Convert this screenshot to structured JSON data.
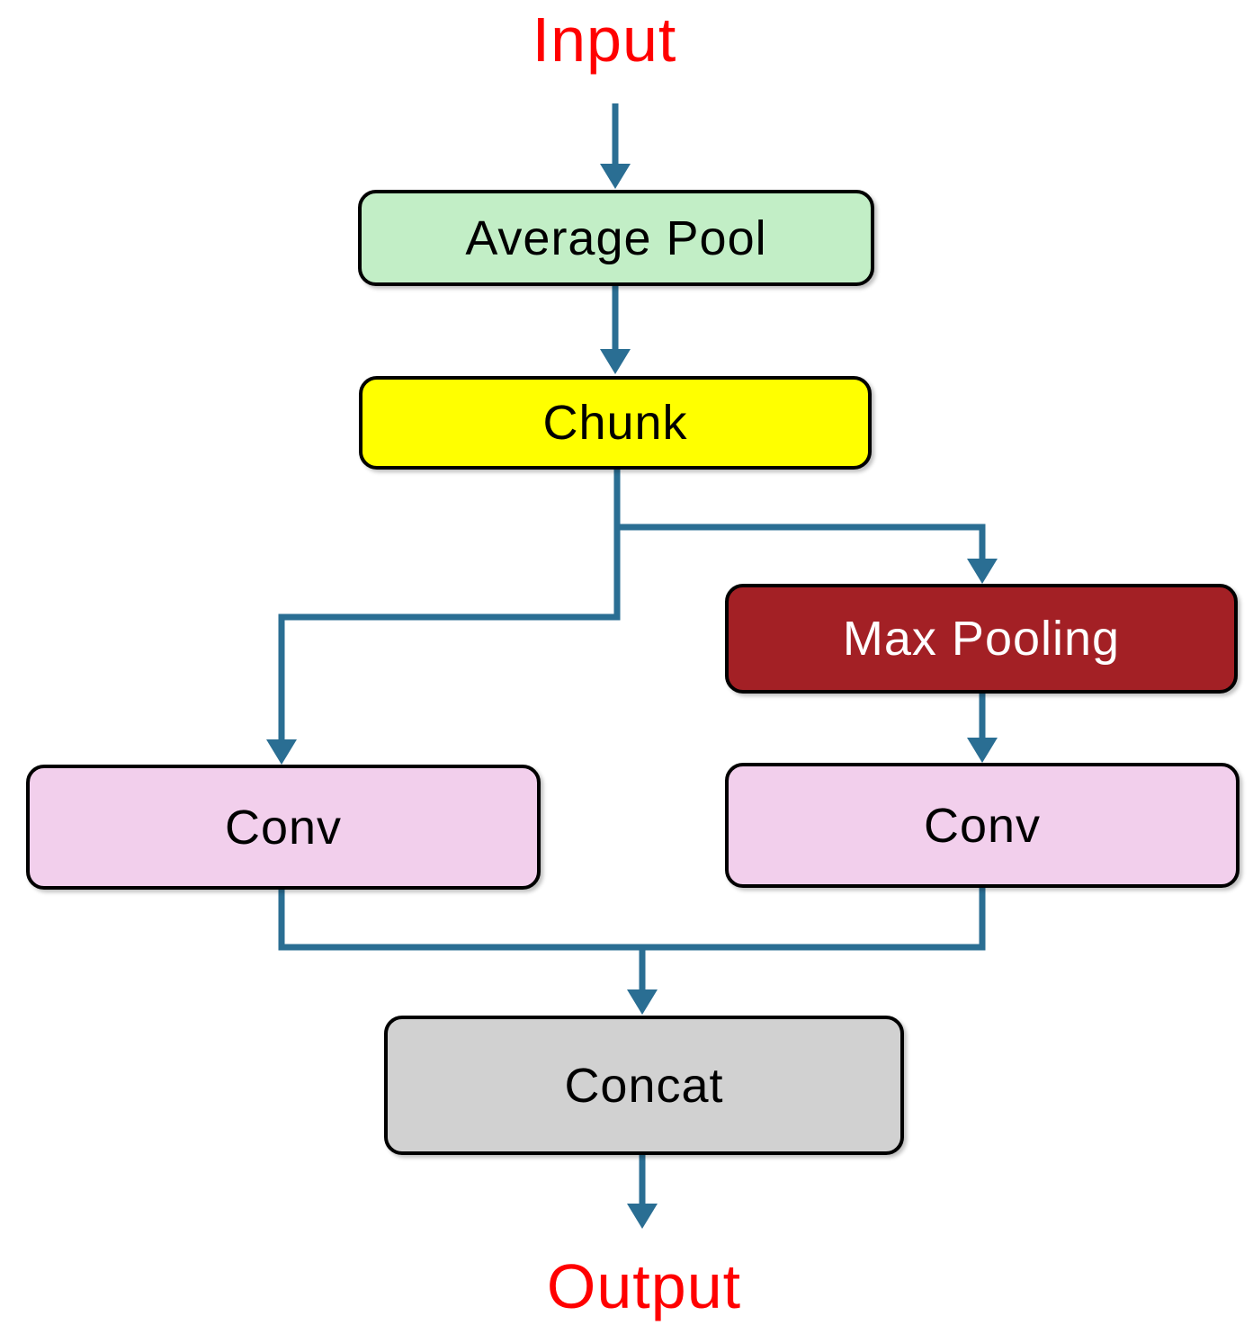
{
  "diagram": {
    "input_label": "Input",
    "output_label": "Output",
    "nodes": {
      "average_pool": {
        "label": "Average Pool",
        "fill": "#C2EEC6",
        "text_color": "#000000"
      },
      "chunk": {
        "label": "Chunk",
        "fill": "#FFFF00",
        "text_color": "#000000"
      },
      "max_pooling": {
        "label": "Max Pooling",
        "fill": "#A32025",
        "text_color": "#FFFFFF"
      },
      "conv_left": {
        "label": "Conv",
        "fill": "#F2CFEC",
        "text_color": "#000000"
      },
      "conv_right": {
        "label": "Conv",
        "fill": "#F2CFEC",
        "text_color": "#000000"
      },
      "concat": {
        "label": "Concat",
        "fill": "#D1D1D1",
        "text_color": "#000000"
      }
    },
    "edges": [
      "Input -> Average Pool",
      "Average Pool -> Chunk",
      "Chunk -> Conv (left branch)",
      "Chunk -> Max Pooling (right branch)",
      "Max Pooling -> Conv (right)",
      "Conv (left) + Conv (right) -> Concat",
      "Concat -> Output"
    ],
    "colors": {
      "connector": "#2A6E93",
      "node_border": "#000000",
      "io_text": "#FF0000",
      "background": "#FFFFFF"
    }
  }
}
